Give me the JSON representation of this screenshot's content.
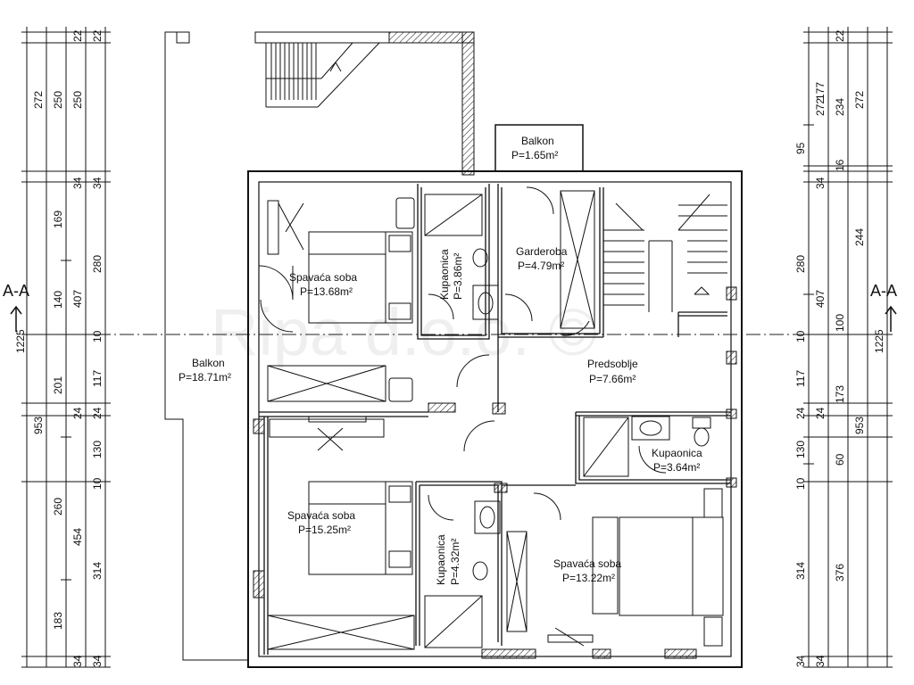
{
  "section_marker": "A-A",
  "watermark": "Ripa d.o.o. ©",
  "rooms": {
    "balkon_top": {
      "name": "Balkon",
      "area": "P=1.65m²"
    },
    "balkon_west": {
      "name": "Balkon",
      "area": "P=18.71m²"
    },
    "spavaca_nw": {
      "name": "Spavaća soba",
      "area": "P=13.68m²"
    },
    "kupaonica_n": {
      "name": "Kupaonica",
      "area": "P=3.86m²"
    },
    "garderoba": {
      "name": "Garderoba",
      "area": "P=4.79m²"
    },
    "predsoblje": {
      "name": "Predsoblje",
      "area": "P=7.66m²"
    },
    "kupaonica_e": {
      "name": "Kupaonica",
      "area": "P=3.64m²"
    },
    "spavaca_sw": {
      "name": "Spavaća soba",
      "area": "P=15.25m²"
    },
    "kupaonica_s": {
      "name": "Kupaonica",
      "area": "P=4.32m²"
    },
    "spavaca_se": {
      "name": "Spavaća soba",
      "area": "P=13.22m²"
    }
  },
  "dimensions": {
    "left_outer": [
      "272",
      "1225",
      "953"
    ],
    "left_mid": [
      "250",
      "407",
      "454"
    ],
    "left_a": [
      "250",
      "169",
      "140",
      "201",
      "260",
      "183"
    ],
    "left_b": [
      "22",
      "34",
      "280",
      "10",
      "117",
      "24",
      "130",
      "10",
      "314",
      "34"
    ],
    "left_c": [
      "22",
      "34",
      "24",
      "34"
    ],
    "right_a": [
      "177",
      "95",
      "244",
      "100",
      "173",
      "60",
      "376"
    ],
    "right_b": [
      "272",
      "280",
      "10",
      "117",
      "24",
      "130",
      "10",
      "314",
      "34"
    ],
    "right_c": [
      "234",
      "407",
      "953"
    ],
    "right_d": [
      "22",
      "16",
      "34",
      "24",
      "34"
    ],
    "right_outer": [
      "272",
      "1225"
    ]
  }
}
